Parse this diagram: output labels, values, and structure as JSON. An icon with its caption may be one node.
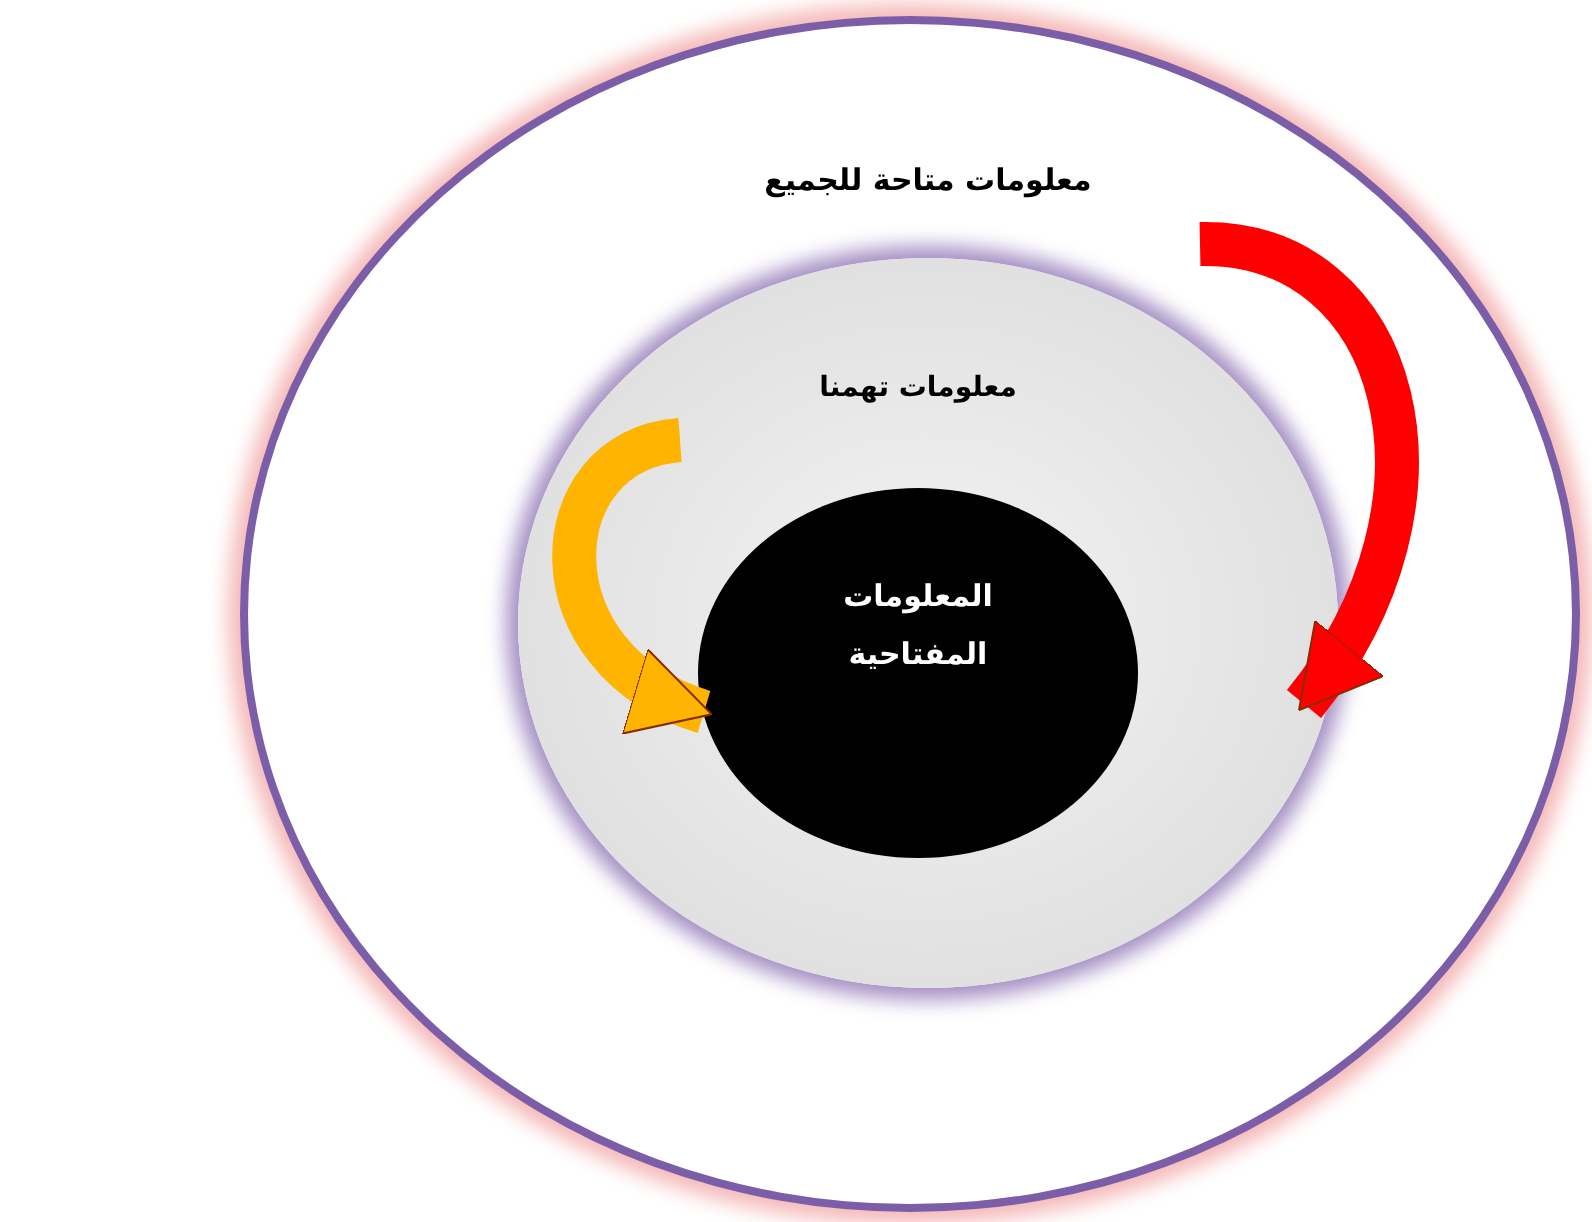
{
  "diagram": {
    "nodes": [
      {
        "text": [
          "معلومات متاحة للجميع"
        ]
      },
      {
        "text": [
          "معلومات تهمنا"
        ],
        "in": 0
      },
      {
        "text": [
          "المعلومات المفتاحية"
        ],
        "in": 1
      }
    ],
    "edges": [
      {
        "from": null,
        "to": 1,
        "arrow": "to",
        "color": "#ff0000"
      },
      {
        "from": null,
        "to": 2,
        "arrow": "to",
        "color": "#ffb400"
      }
    ]
  }
}
